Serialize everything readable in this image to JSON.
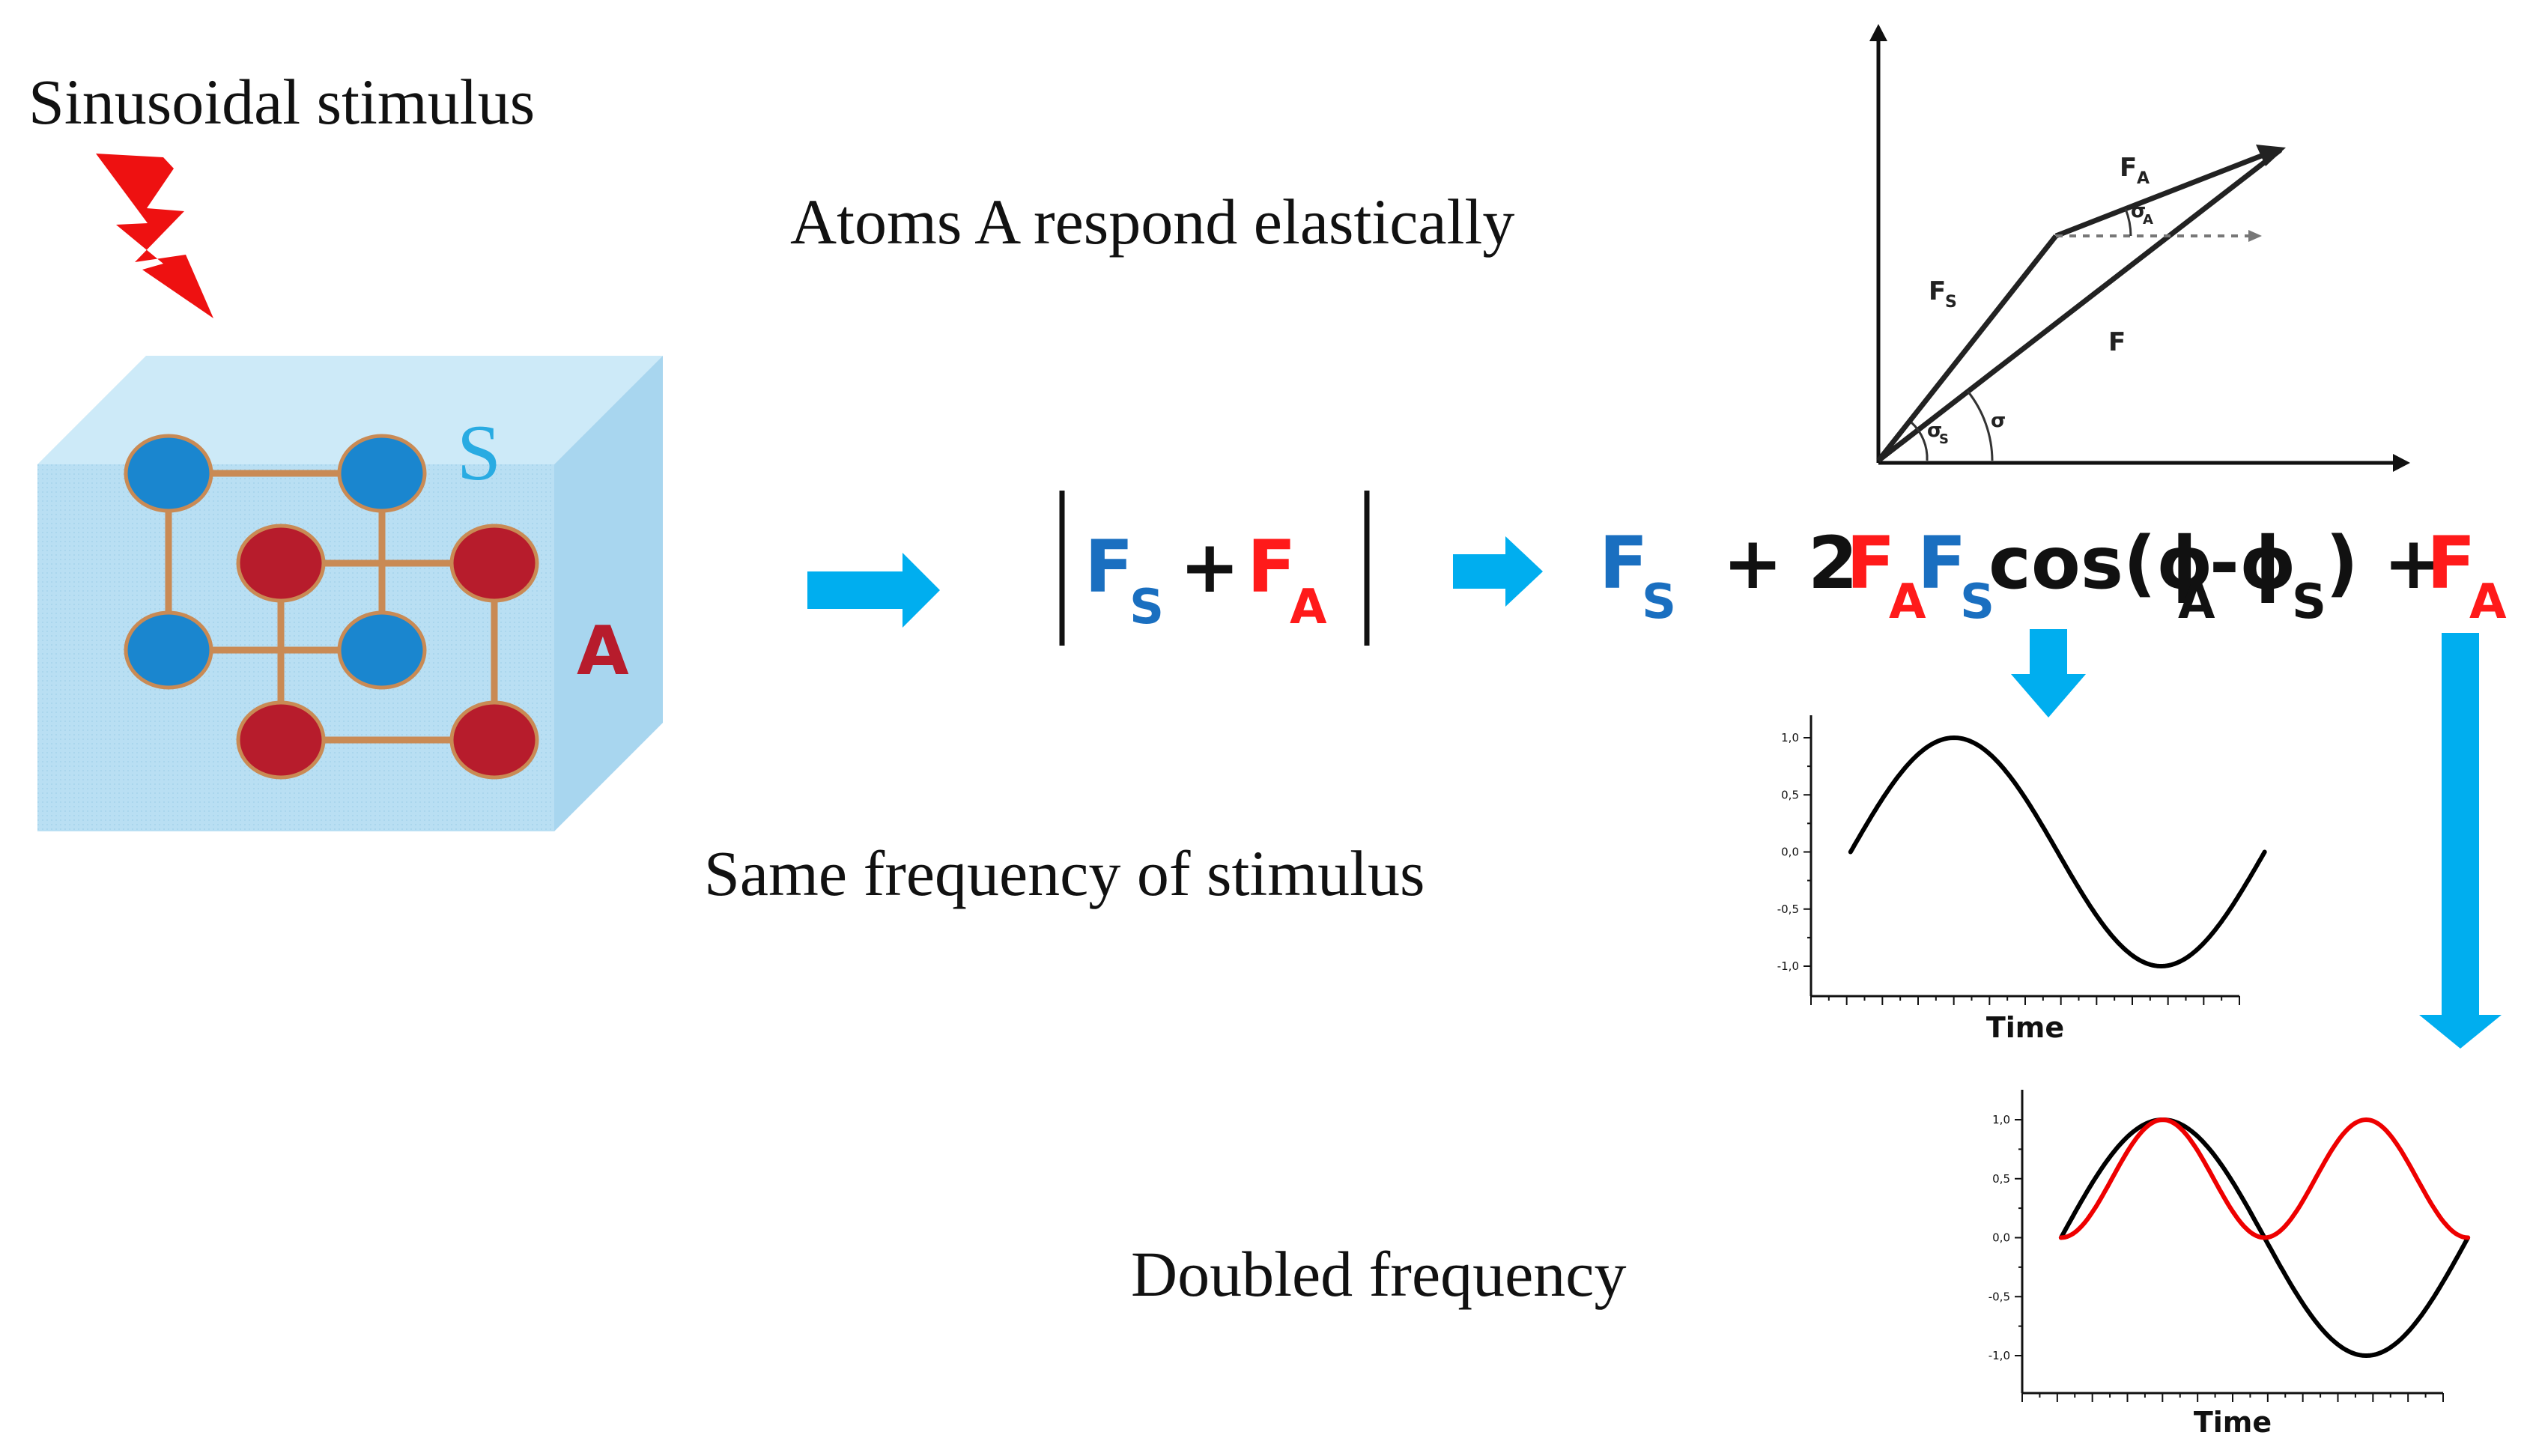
{
  "title": "Sinusoidal stimulus",
  "crystal": {
    "label_s": "S",
    "label_a": "A"
  },
  "captions": {
    "elastic": "Atoms A respond elastically",
    "same_freq": "Same frequency of  stimulus",
    "doubled_freq": "Doubled frequency"
  },
  "vector_diagram": {
    "label_fs": "F",
    "label_fs_sub": "S",
    "label_fa": "F",
    "label_fa_sub": "A",
    "label_f": "F",
    "angle_s": "σ",
    "angle_s_sub": "S",
    "angle_a": "σ",
    "angle_a_sub": "A",
    "angle": "σ"
  },
  "equation": {
    "abs_fs": "F",
    "abs_fs_sub": "S",
    "abs_plus": "+",
    "abs_fa": "F",
    "abs_fa_sub": "A",
    "r_fs": "F",
    "r_fs_sub": "S",
    "r_plus2": "+ 2",
    "r_fa": "F",
    "r_fa_sub": "A",
    "r_fs2": "F",
    "r_fs2_sub": "S",
    "r_cos": "cos(ϕ",
    "r_phi_a_sub": "A",
    "r_minus_phi": "-ϕ",
    "r_phi_s_sub": "S",
    "r_close_plus": ") +",
    "r_fa2": "F",
    "r_fa2_sub": "A"
  },
  "colors": {
    "blue_text": "#1a6fc0",
    "red_text": "#ff1a1a",
    "arrow_blue": "#00aeef",
    "lightning_red": "#ee1111",
    "atom_blue": "#1a86cf",
    "atom_red": "#b71c2c",
    "lattice_edge": "#c98a54",
    "s_label": "#29abe2",
    "a_label": "#b71c2c",
    "crystal_fill": "#b9dff3",
    "curve_black": "#000000",
    "curve_red": "#ee0000"
  },
  "chart_data": [
    {
      "type": "line",
      "title": "",
      "xlabel": "Time",
      "ylabel": "",
      "ylim": [
        -1.0,
        1.0
      ],
      "yticks": [
        "1,0",
        "0,5",
        "0,0",
        "-0,5",
        "-1,0"
      ],
      "x_range_radians": [
        -0.6,
        5.9
      ],
      "series": [
        {
          "color": "#000000",
          "function": "sin(t)",
          "t_range": [
            0,
            6.2832
          ]
        }
      ]
    },
    {
      "type": "line",
      "title": "",
      "xlabel": "Time",
      "ylabel": "",
      "ylim": [
        -1.0,
        1.0
      ],
      "yticks": [
        "1,0",
        "0,5",
        "0,0",
        "-0,5",
        "-1,0"
      ],
      "x_range_radians": [
        -0.6,
        5.9
      ],
      "series": [
        {
          "color": "#000000",
          "function": "sin(t)",
          "t_range": [
            0,
            6.2832
          ]
        },
        {
          "color": "#ee0000",
          "function": "sin(t)^2",
          "t_range": [
            0,
            6.2832
          ]
        }
      ]
    }
  ]
}
